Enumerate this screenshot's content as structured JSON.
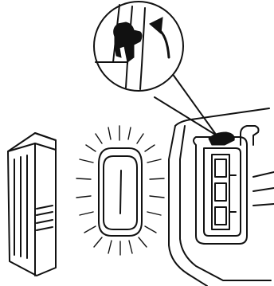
{
  "diagram": {
    "type": "instruction-illustration",
    "caption": "",
    "colors": {
      "line": "#111111",
      "background": "#ffffff"
    },
    "parts": [
      {
        "name": "device-side-view",
        "state": "removed"
      },
      {
        "name": "light-unit",
        "state": "blinking"
      },
      {
        "name": "housing-with-slot",
        "state": "open"
      },
      {
        "name": "detail-magnifier",
        "shows": "finger-pressing-latch"
      },
      {
        "name": "rotation-arrow",
        "direction": "clockwise"
      }
    ]
  }
}
